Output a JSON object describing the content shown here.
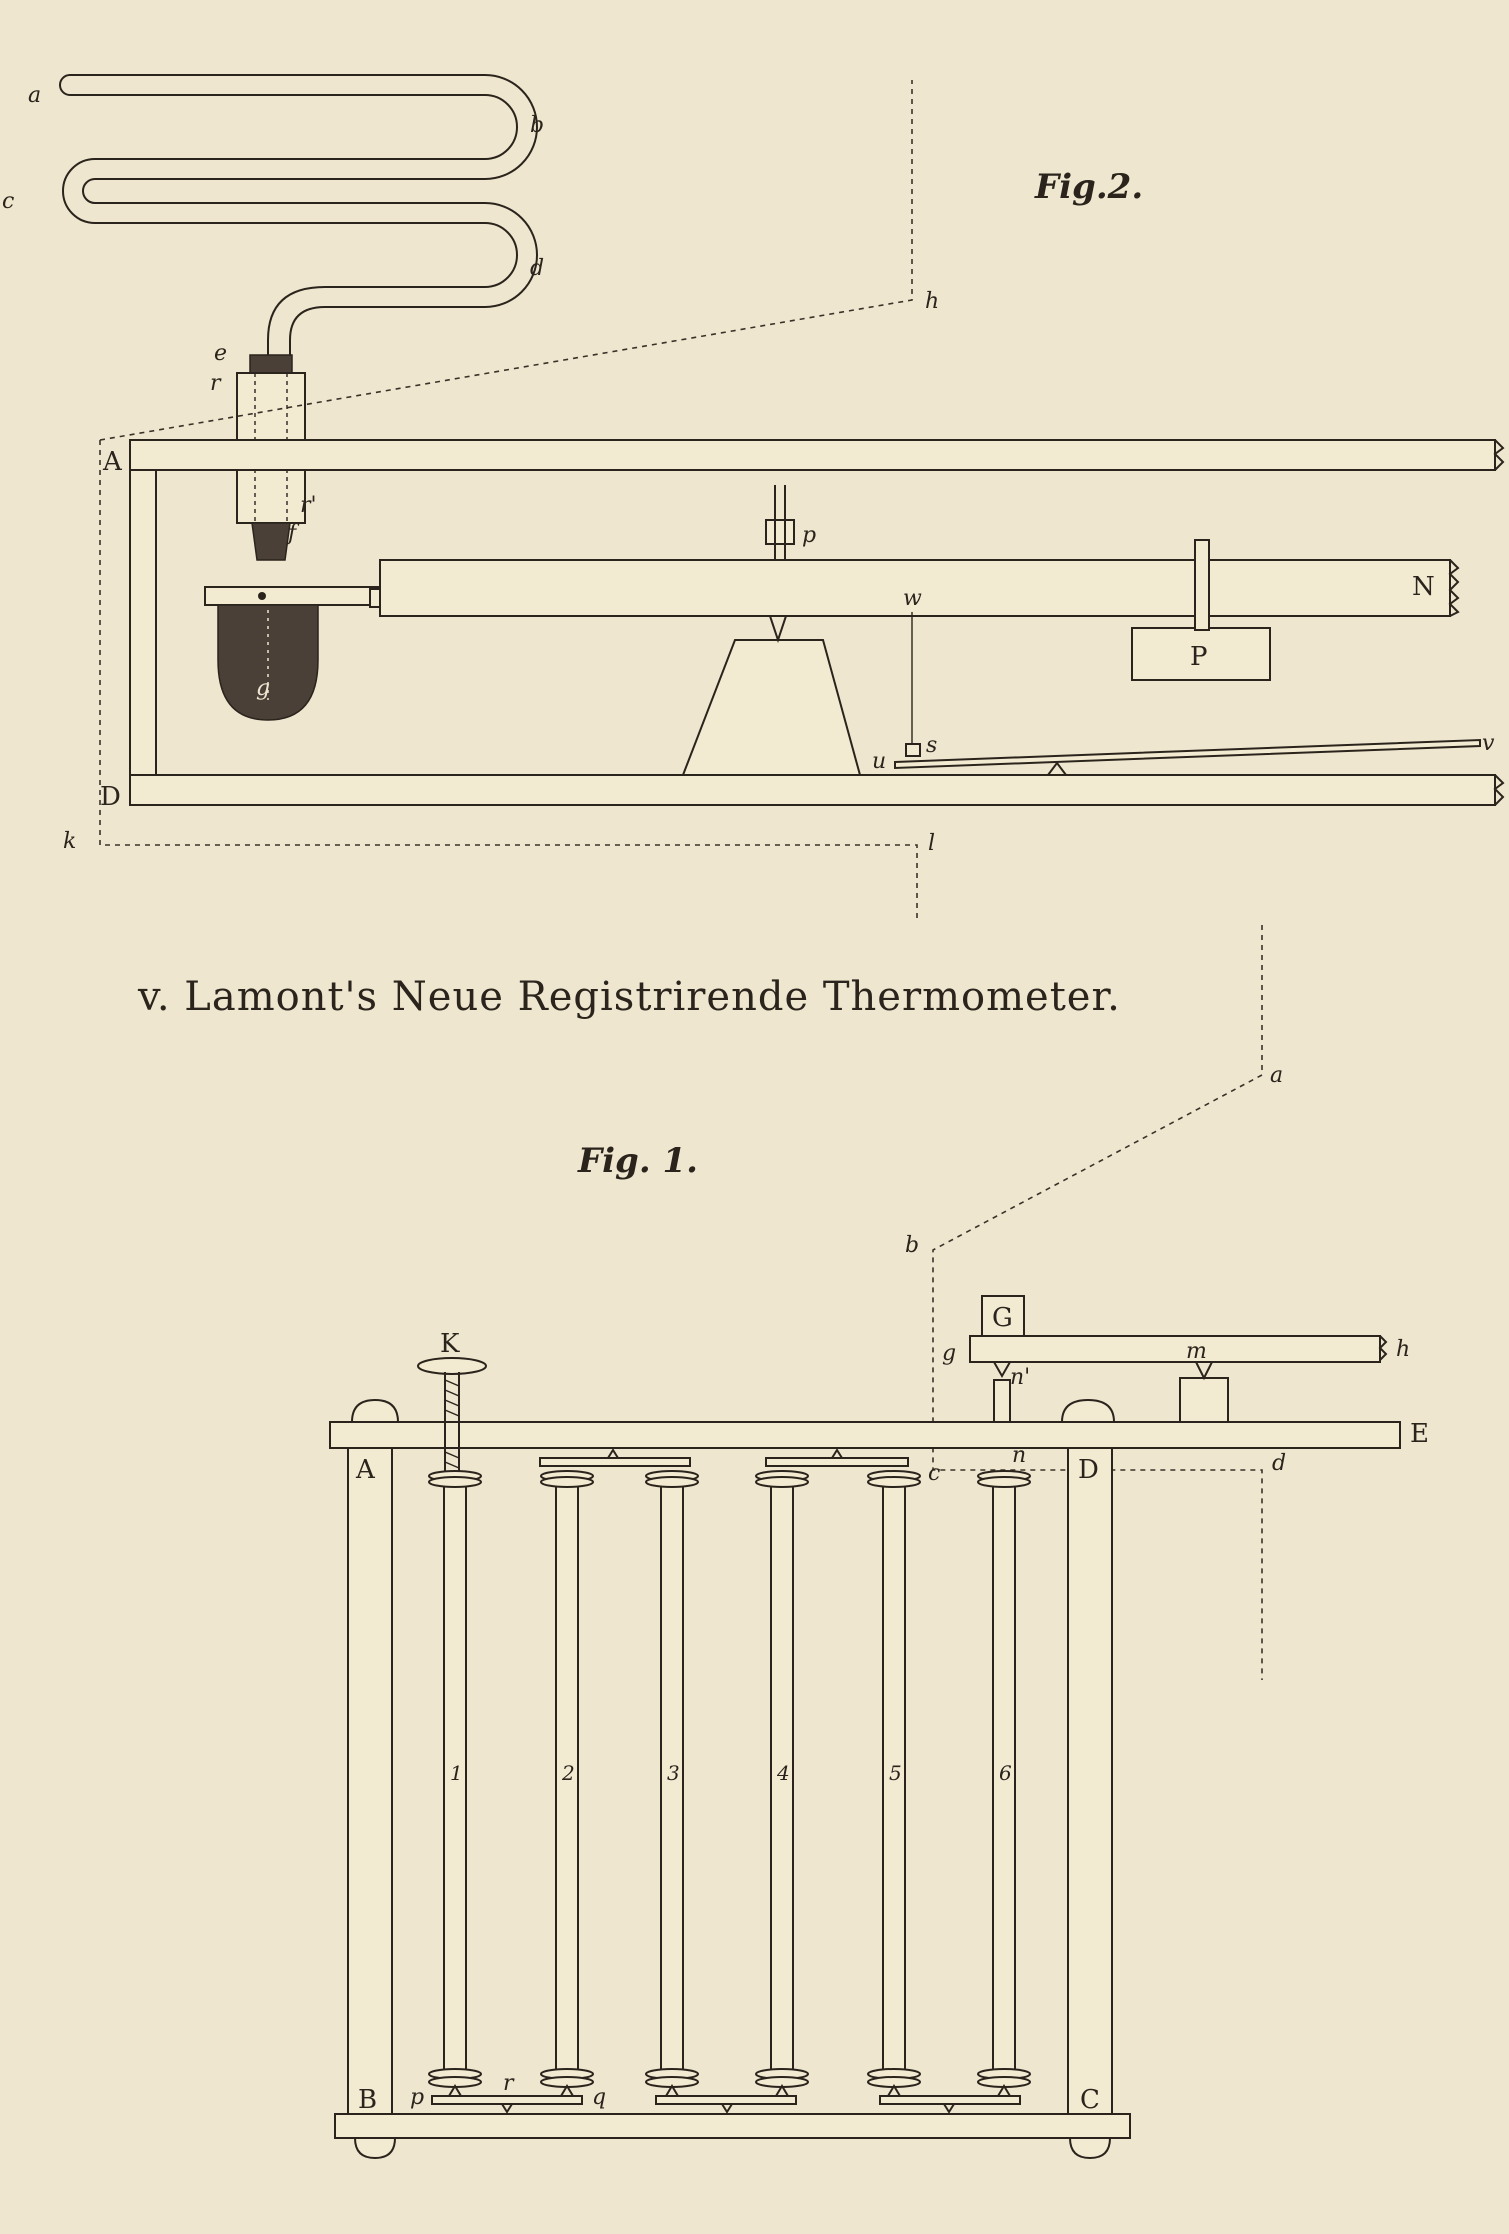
{
  "title": "v. Lamont's Neue Registrirende Thermometer.",
  "fig2": {
    "caption": "Fig.2.",
    "labels": {
      "a": "a",
      "b": "b",
      "c": "c",
      "d": "d",
      "e": "e",
      "r": "r",
      "r_prime": "r'",
      "f": "f",
      "g": "g",
      "h": "h",
      "k": "k",
      "l": "l",
      "p": "p",
      "w": "w",
      "s": "s",
      "u": "u",
      "v": "v",
      "A": "A",
      "D": "D",
      "N": "N",
      "P": "P"
    }
  },
  "fig1": {
    "caption": "Fig. 1.",
    "labels": {
      "a": "a",
      "b": "b",
      "c": "c",
      "d": "d",
      "g": "g",
      "h": "h",
      "m": "m",
      "n": "n",
      "n_prime": "n'",
      "p": "p",
      "q": "q",
      "r": "r",
      "A": "A",
      "B": "B",
      "C": "C",
      "D": "D",
      "E": "E",
      "G": "G",
      "K": "K"
    },
    "tube_numbers": [
      "1",
      "2",
      "3",
      "4",
      "5",
      "6"
    ]
  }
}
